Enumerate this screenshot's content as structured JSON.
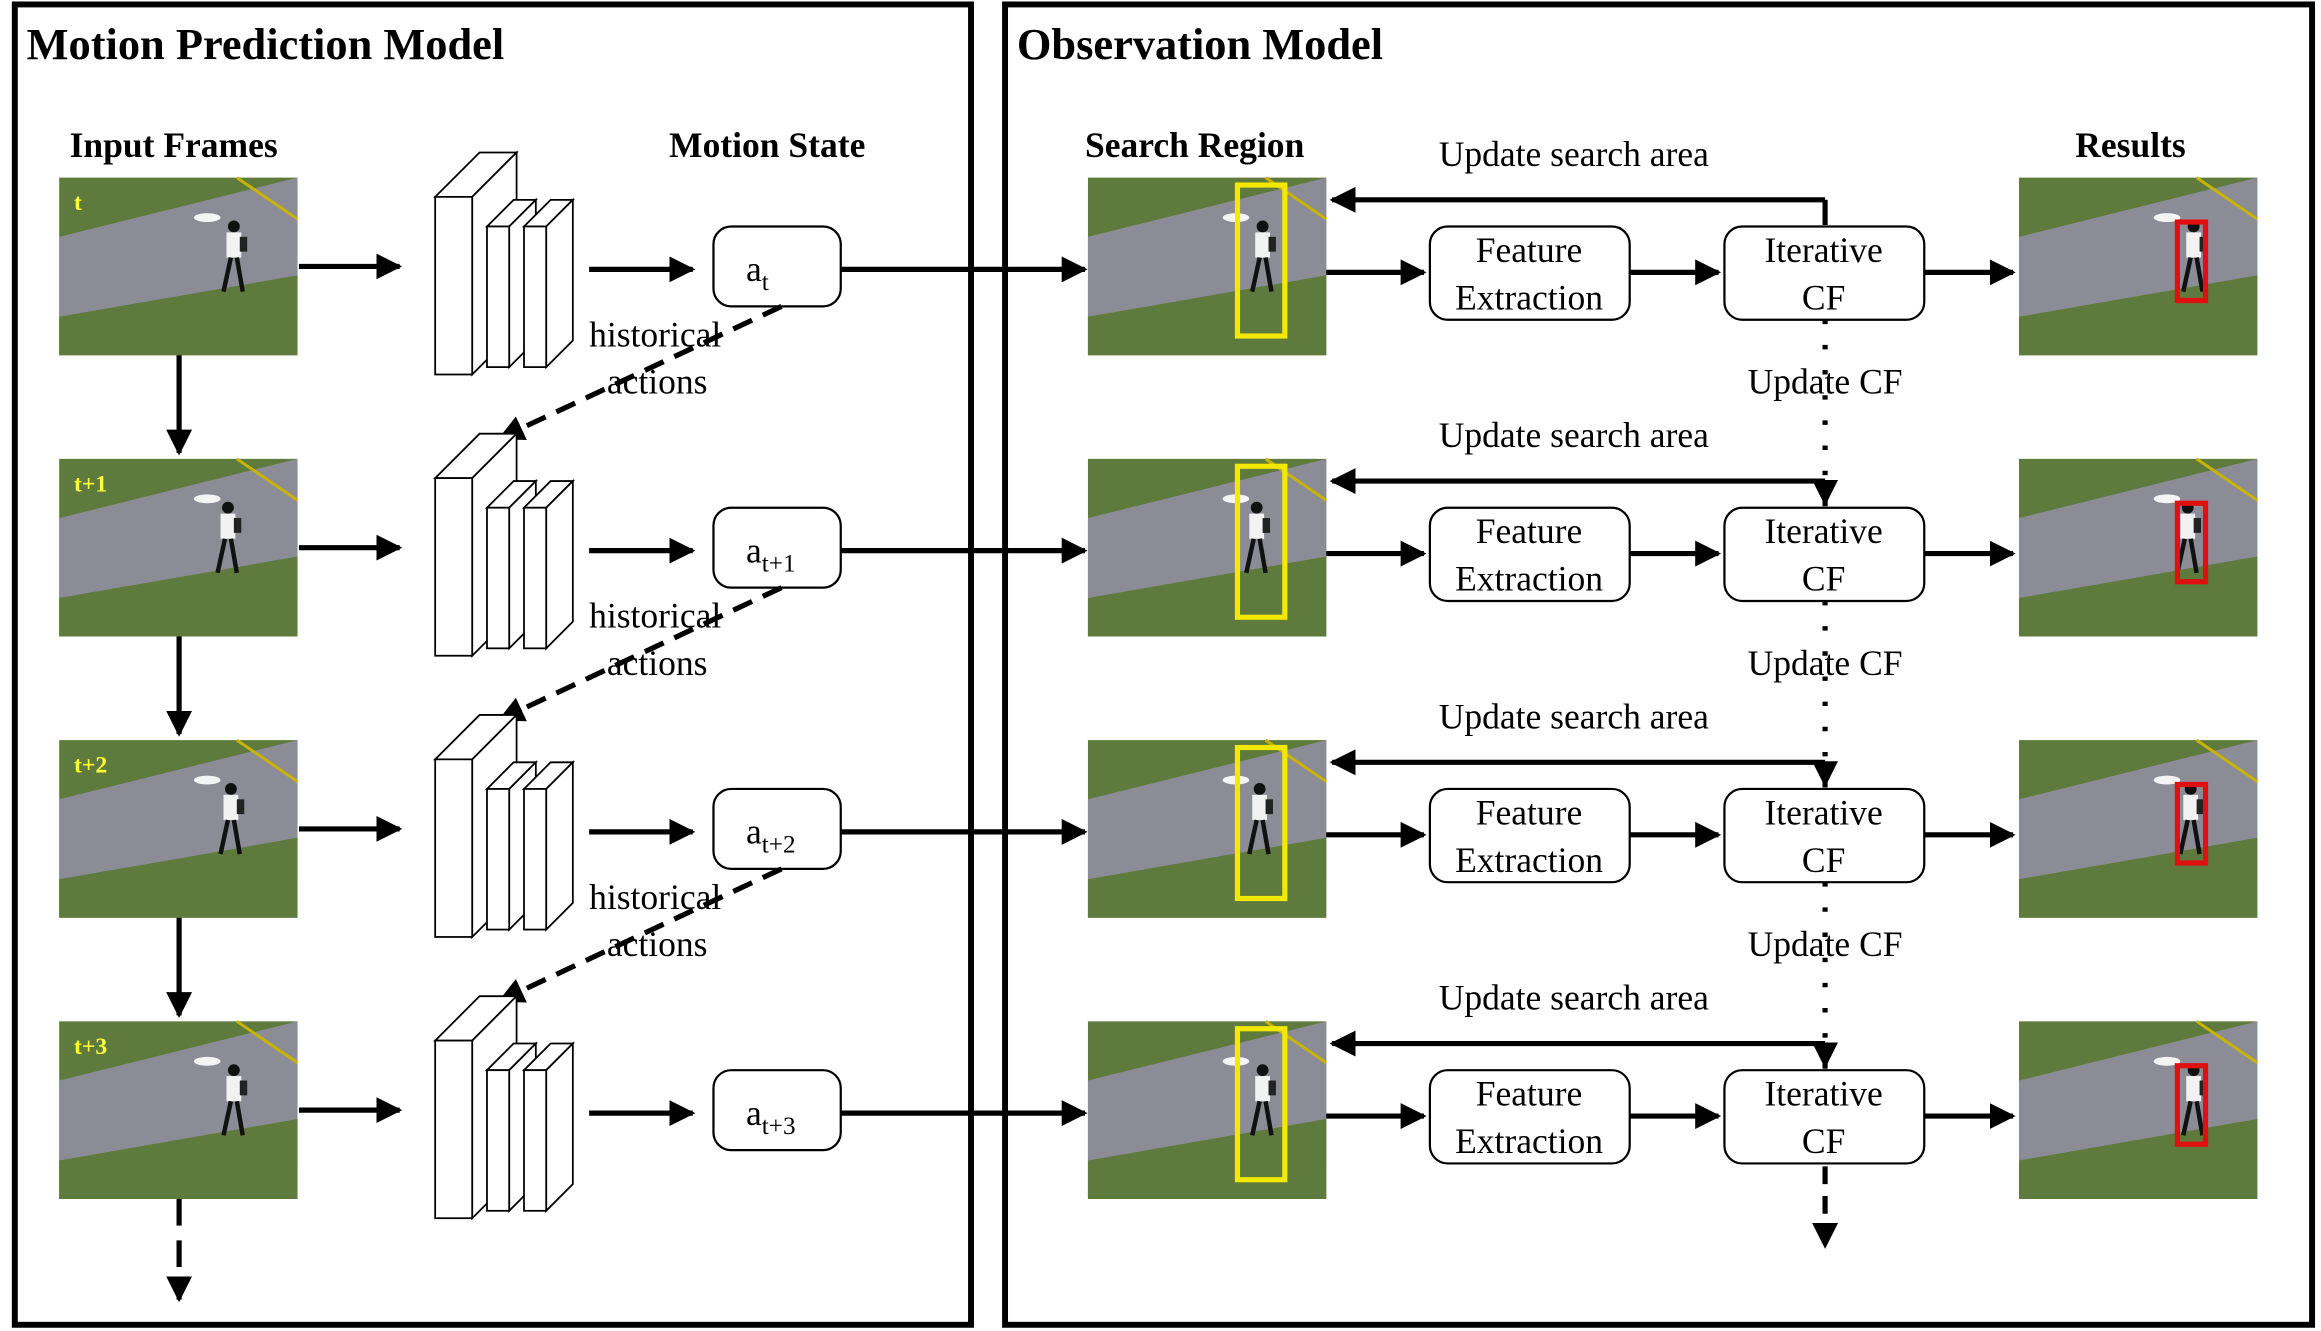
{
  "left_panel": {
    "title": "Motion Prediction Model"
  },
  "right_panel": {
    "title": "Observation Model"
  },
  "columns": {
    "input_frames": "Input Frames",
    "motion_state": "Motion State",
    "search_region": "Search Region",
    "results": "Results"
  },
  "rows": [
    {
      "frame_tag": "t",
      "state_base": "a",
      "state_sub": "t",
      "historical_line1": "historical",
      "historical_line2": "actions",
      "update_search": "Update search area",
      "feature_line1": "Feature",
      "feature_line2": "Extraction",
      "cf_line1": "Iterative",
      "cf_line2": "CF",
      "update_cf": "Update CF"
    },
    {
      "frame_tag": "t+1",
      "state_base": "a",
      "state_sub": "t+1",
      "historical_line1": "historical",
      "historical_line2": "actions",
      "update_search": "Update search area",
      "feature_line1": "Feature",
      "feature_line2": "Extraction",
      "cf_line1": "Iterative",
      "cf_line2": "CF",
      "update_cf": "Update CF"
    },
    {
      "frame_tag": "t+2",
      "state_base": "a",
      "state_sub": "t+2",
      "historical_line1": "historical",
      "historical_line2": "actions",
      "update_search": "Update search area",
      "feature_line1": "Feature",
      "feature_line2": "Extraction",
      "cf_line1": "Iterative",
      "cf_line2": "CF",
      "update_cf": "Update CF"
    },
    {
      "frame_tag": "t+3",
      "state_base": "a",
      "state_sub": "t+3",
      "update_search": "Update search area",
      "feature_line1": "Feature",
      "feature_line2": "Extraction",
      "cf_line1": "Iterative",
      "cf_line2": "CF"
    }
  ],
  "colors": {
    "search_box": "#f2e800",
    "result_box": "#e01010",
    "frame_tag": "#ffff3c",
    "road": "#8c8c96",
    "grass": "#5e7a3c"
  }
}
